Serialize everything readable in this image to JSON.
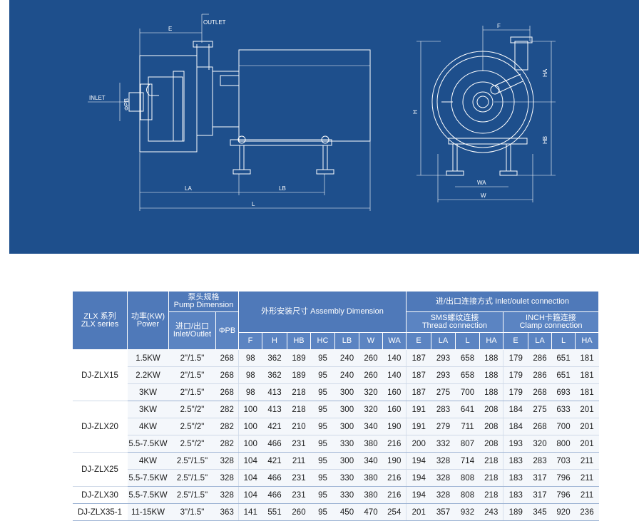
{
  "drawing": {
    "labels": {
      "outlet": "OUTLET",
      "inlet": "INLET",
      "pb": "ΦPB",
      "e": "E",
      "la": "LA",
      "lb": "LB",
      "l": "L",
      "f": "F",
      "h": "H",
      "ha": "HA",
      "hb": "HB",
      "wa": "WA",
      "w": "W"
    }
  },
  "table": {
    "header": {
      "series": "ZLX 系列\nZLX series",
      "power": "功率(KW)\nPower",
      "pump_dimension": "泵头规格\nPump Dimension",
      "assembly_dimension": "外形安装尺寸 Assembly Dimension",
      "connection": "进/出口连接方式 Inlet/oulet connection",
      "inlet_outlet": "进口/出口\nInlet/Outlet",
      "pb": "ΦPB",
      "sms": "SMS螺纹连接\nThread connection",
      "inch": "INCH卡箍连接\nClamp connection",
      "assembly_cols": [
        "F",
        "H",
        "HB",
        "HC",
        "LB",
        "W",
        "WA"
      ],
      "sms_cols": [
        "E",
        "LA",
        "L",
        "HA"
      ],
      "inch_cols": [
        "E",
        "LA",
        "L",
        "HA"
      ]
    },
    "rows": [
      {
        "model": "DJ-ZLX15",
        "rowspan": 3,
        "power": "1.5KW",
        "io": "2\"/1.5\"",
        "pb": "268",
        "assembly": [
          "98",
          "362",
          "189",
          "95",
          "240",
          "260",
          "140"
        ],
        "sms": [
          "187",
          "293",
          "658",
          "188"
        ],
        "inch": [
          "179",
          "286",
          "651",
          "181"
        ]
      },
      {
        "power": "2.2KW",
        "io": "2\"/1.5\"",
        "pb": "268",
        "assembly": [
          "98",
          "362",
          "189",
          "95",
          "240",
          "260",
          "140"
        ],
        "sms": [
          "187",
          "293",
          "658",
          "188"
        ],
        "inch": [
          "179",
          "286",
          "651",
          "181"
        ]
      },
      {
        "power": "3KW",
        "io": "2\"/1.5\"",
        "pb": "268",
        "assembly": [
          "98",
          "413",
          "218",
          "95",
          "300",
          "320",
          "160"
        ],
        "sms": [
          "187",
          "275",
          "700",
          "188"
        ],
        "inch": [
          "179",
          "268",
          "693",
          "181"
        ]
      },
      {
        "model": "DJ-ZLX20",
        "rowspan": 3,
        "power": "3KW",
        "io": "2.5\"/2\"",
        "pb": "282",
        "assembly": [
          "100",
          "413",
          "218",
          "95",
          "300",
          "320",
          "160"
        ],
        "sms": [
          "191",
          "283",
          "641",
          "208"
        ],
        "inch": [
          "184",
          "275",
          "633",
          "201"
        ]
      },
      {
        "power": "4KW",
        "io": "2.5\"/2\"",
        "pb": "282",
        "assembly": [
          "100",
          "421",
          "210",
          "95",
          "300",
          "340",
          "190"
        ],
        "sms": [
          "191",
          "279",
          "711",
          "208"
        ],
        "inch": [
          "184",
          "268",
          "700",
          "201"
        ]
      },
      {
        "power": "5.5-7.5KW",
        "io": "2.5\"/2\"",
        "pb": "282",
        "assembly": [
          "100",
          "466",
          "231",
          "95",
          "330",
          "380",
          "216"
        ],
        "sms": [
          "200",
          "332",
          "807",
          "208"
        ],
        "inch": [
          "193",
          "320",
          "800",
          "201"
        ]
      },
      {
        "model": "DJ-ZLX25",
        "rowspan": 2,
        "power": "4KW",
        "io": "2.5\"/1.5\"",
        "pb": "328",
        "assembly": [
          "104",
          "421",
          "211",
          "95",
          "300",
          "340",
          "190"
        ],
        "sms": [
          "194",
          "328",
          "714",
          "218"
        ],
        "inch": [
          "183",
          "283",
          "703",
          "211"
        ]
      },
      {
        "power": "5.5-7.5KW",
        "io": "2.5\"/1.5\"",
        "pb": "328",
        "assembly": [
          "104",
          "466",
          "231",
          "95",
          "330",
          "380",
          "216"
        ],
        "sms": [
          "194",
          "328",
          "808",
          "218"
        ],
        "inch": [
          "183",
          "317",
          "796",
          "211"
        ]
      },
      {
        "model": "DJ-ZLX30",
        "rowspan": 1,
        "power": "5.5-7.5KW",
        "io": "2.5\"/1.5\"",
        "pb": "328",
        "assembly": [
          "104",
          "466",
          "231",
          "95",
          "330",
          "380",
          "216"
        ],
        "sms": [
          "194",
          "328",
          "808",
          "218"
        ],
        "inch": [
          "183",
          "317",
          "796",
          "211"
        ]
      },
      {
        "model": "DJ-ZLX35-1",
        "rowspan": 1,
        "power": "11-15KW",
        "io": "3\"/1.5\"",
        "pb": "363",
        "assembly": [
          "141",
          "551",
          "260",
          "95",
          "450",
          "470",
          "254"
        ],
        "sms": [
          "201",
          "357",
          "932",
          "243"
        ],
        "inch": [
          "189",
          "345",
          "920",
          "236"
        ]
      }
    ]
  }
}
